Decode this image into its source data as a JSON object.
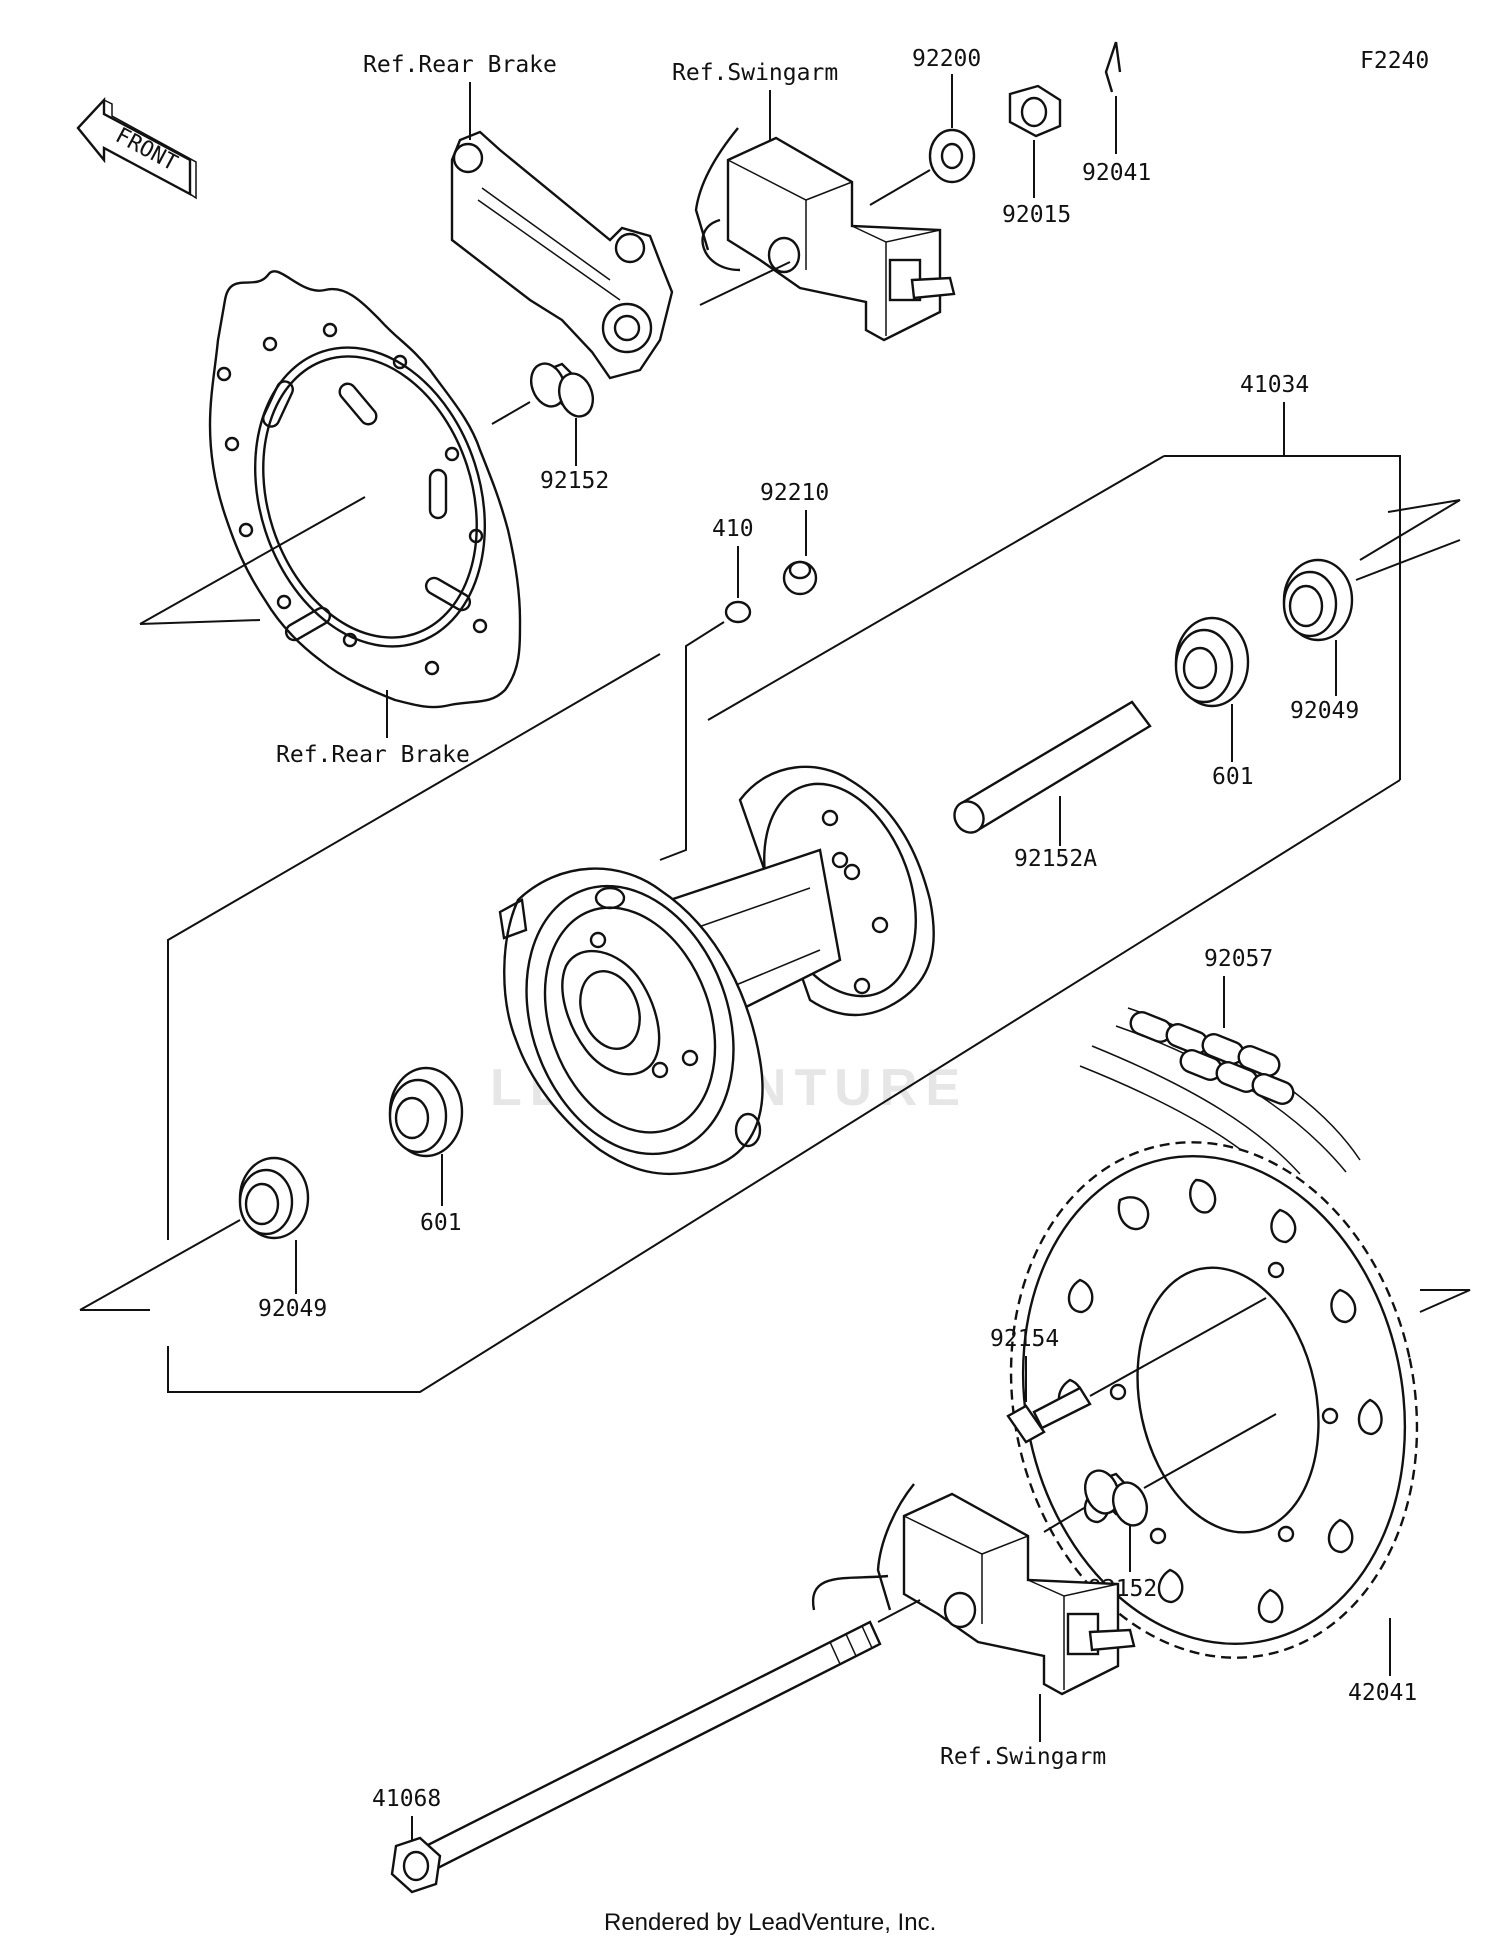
{
  "diagram_code": "F2240",
  "direction_label": "FRONT",
  "watermark": "LEADVENTURE",
  "footer": "Rendered by LeadVenture, Inc.",
  "labels": {
    "ref_rear_brake_top": "Ref.Rear Brake",
    "ref_swingarm_top": "Ref.Swingarm",
    "p92200": "92200",
    "p92015": "92015",
    "p92041": "92041",
    "p92152_top": "92152",
    "ref_rear_brake_disc": "Ref.Rear Brake",
    "p41034": "41034",
    "p92210": "92210",
    "p410": "410",
    "p92049_right": "92049",
    "p601_right": "601",
    "p92152A": "92152A",
    "p92057": "92057",
    "p601_left": "601",
    "p92049_left": "92049",
    "p92154": "92154",
    "p92152_bottom": "92152",
    "p42041": "42041",
    "ref_swingarm_bottom": "Ref.Swingarm",
    "p41068": "41068"
  }
}
